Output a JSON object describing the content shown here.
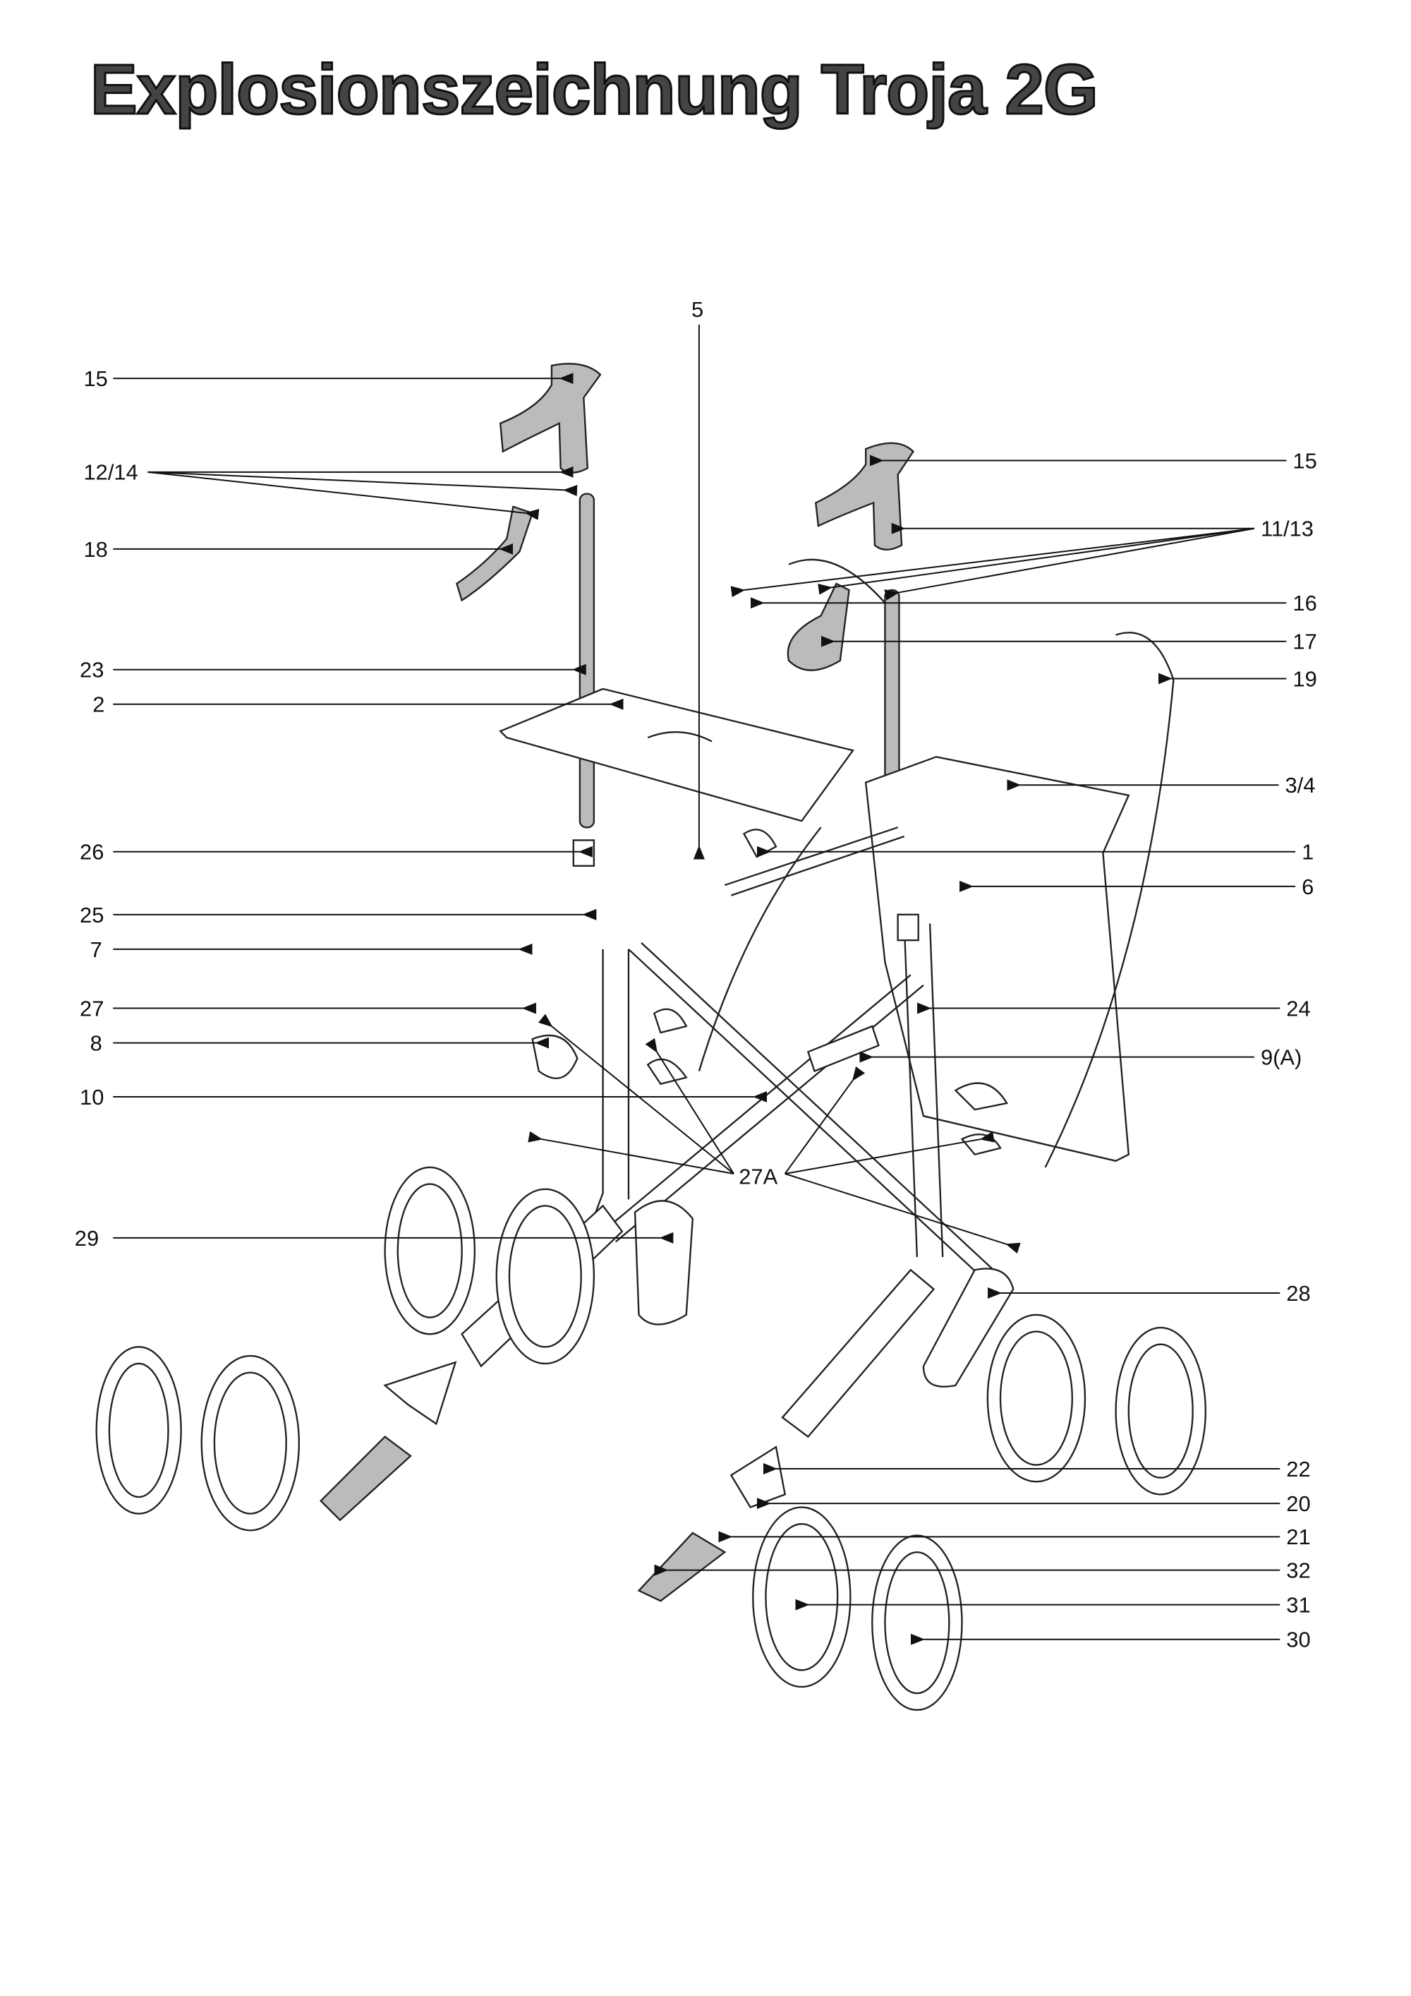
{
  "title": "Explosionszeichnung Troja 2G",
  "callouts": {
    "left": [
      "15",
      "12/14",
      "18",
      "23",
      "2",
      "26",
      "25",
      "7",
      "27",
      "8",
      "10",
      "29"
    ],
    "top": "5",
    "right": [
      "15",
      "11/13",
      "16",
      "17",
      "19",
      "3/4",
      "1",
      "6",
      "24",
      "9(A)",
      "28",
      "22",
      "20",
      "21",
      "32",
      "31",
      "30"
    ],
    "center": "27A"
  }
}
